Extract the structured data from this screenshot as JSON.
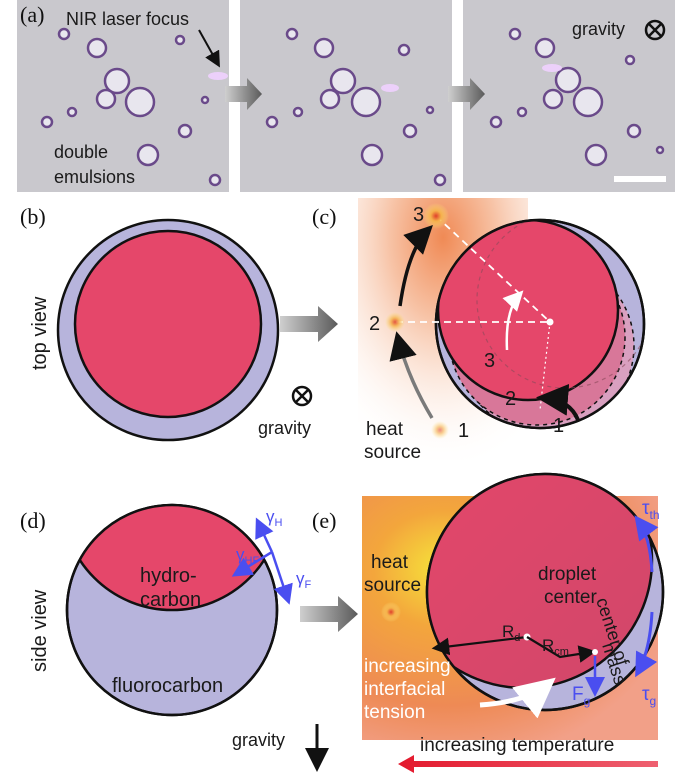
{
  "panel_a": {
    "label": "(a)",
    "laser_text": "NIR laser focus",
    "gravity_text": "gravity",
    "emulsion_line1": "double",
    "emulsion_line2": "emulsions"
  },
  "panel_b": {
    "label": "(b)",
    "row_label": "top view",
    "gravity_text": "gravity"
  },
  "panel_c": {
    "label": "(c)",
    "heat_line1": "heat",
    "heat_line2": "source",
    "positions": [
      "1",
      "2",
      "3"
    ],
    "droplet_positions": [
      "1",
      "2",
      "3"
    ]
  },
  "panel_d": {
    "label": "(d)",
    "row_label": "side view",
    "hydro_line1": "hydro-",
    "hydro_line2": "carbon",
    "fluoro": "fluorocarbon",
    "gamma_h": "γ",
    "gamma_h_sub": "H",
    "gamma_hf": "γ",
    "gamma_hf_sub": "HF",
    "gamma_f": "γ",
    "gamma_f_sub": "F",
    "gravity_text": "gravity"
  },
  "panel_e": {
    "label": "(e)",
    "heat_line1": "heat",
    "heat_line2": "source",
    "droplet_line1": "droplet",
    "droplet_line2": "center",
    "com_line1": "center of",
    "com_line2": "mass",
    "rd": "R",
    "rd_sub": "d",
    "rcm": "R",
    "rcm_sub": "cm",
    "tension_line1": "increasing",
    "tension_line2": "interfacial",
    "tension_line3": "tension",
    "fg": "F",
    "fg_sub": "g",
    "tau_th": "τ",
    "tau_th_sub": "th",
    "tau_g": "τ",
    "tau_g_sub": "g",
    "temperature_text": "increasing temperature"
  },
  "colors": {
    "hydrocarbon": "#e5476a",
    "fluorocarbon": "#b7b4dc",
    "blue_label": "#4a4ef0",
    "red_arrow": "#e3192d",
    "heat_orange": "#f08a3a",
    "heat_yellow": "#f6d64a"
  }
}
